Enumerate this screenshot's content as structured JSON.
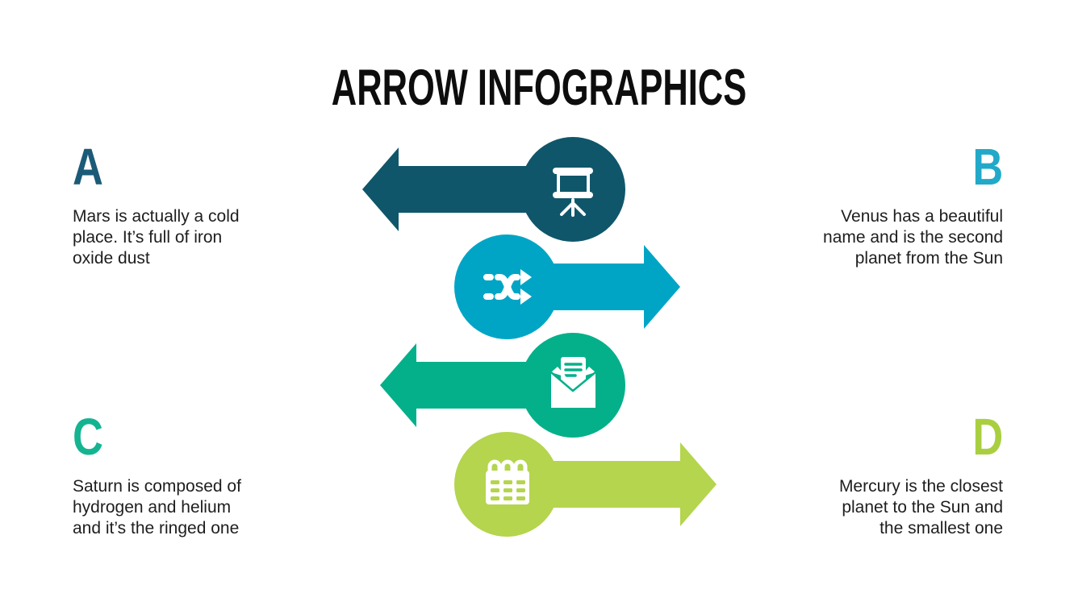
{
  "slide": {
    "title": "ARROW INFOGRAPHICS",
    "background": "#ffffff",
    "title_color": "#0d0d0d",
    "text_color": "#1e1e1e",
    "items": [
      {
        "letter": "A",
        "letter_color": "#1b5b77",
        "arrow_color": "#0f566a",
        "arrow_direction": "left",
        "icon": "presentation-board",
        "text": "Mars is actually a cold\nplace. It’s full of iron\noxide dust"
      },
      {
        "letter": "B",
        "letter_color": "#22a9c9",
        "arrow_color": "#00a5c6",
        "arrow_direction": "right",
        "icon": "shuffle",
        "text": "Venus has a beautiful\nname and is the second\nplanet from the Sun"
      },
      {
        "letter": "C",
        "letter_color": "#14b491",
        "arrow_color": "#04b08a",
        "arrow_direction": "left",
        "icon": "open-envelope",
        "text": "Saturn is composed of\nhydrogen and helium\nand it’s the ringed one"
      },
      {
        "letter": "D",
        "letter_color": "#a9cf41",
        "arrow_color": "#b4d54d",
        "arrow_direction": "right",
        "icon": "calendar",
        "text": "Mercury is the closest\nplanet to the Sun and\nthe smallest one"
      }
    ]
  }
}
